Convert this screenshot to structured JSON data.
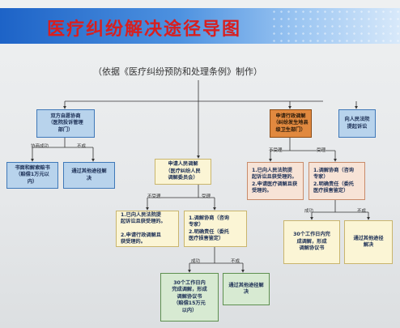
{
  "title": "医疗纠纷解决途径导图",
  "subtitle": "（依据《医疗纠纷预防和处理条例》制作）",
  "nodes": {
    "self_negotiation": "双方自愿协商\n（医院投诉管理\n部门）",
    "written_agreement": "书面和解索赔书\n（赔偿1万元以\n内）",
    "other_route_1": "通过其他途径解\n决",
    "people_mediation": "申请人民调解\n（医疗纠纷人民\n调解委员会）",
    "not_accepted_1": "1.已向人民法院提\n起诉讼且获受理的。\n\n2.申请行政调解且\n获受理的。",
    "mediation_process_1": "1.调解协商（咨询\n专家）\n2.明确责任（委托\n医疗损害鉴定）",
    "agreement_30days_1": "30个工作日内\n完成调解，形成\n调解协议书\n（赔偿15万元\n以内）",
    "other_route_2": "通过其他途径解\n决",
    "admin_mediation": "申请行政调解\n（纠纷发生地县\n级卫生部门）",
    "court_litigation": "向人民法院\n提起诉讼",
    "not_accepted_2": "1.已向人民法院提\n起诉讼且获受理的。\n2.申请医疗调解且获\n受理的。",
    "mediation_process_2": "1.调解协商（咨询\n专家）\n2.明确责任（委托\n医疗损害鉴定）",
    "agreement_30days_2": "30个工作日内完\n成调解，形成\n调解协议书",
    "other_route_3": "通过其他途径\n解决"
  },
  "labels": {
    "success_1": "协商成功",
    "fail_1": "不成",
    "not_accept_1": "不受理",
    "accept_1": "受理",
    "success_2": "成功",
    "fail_2": "不成",
    "not_accept_2": "不受理",
    "accept_2": "受理",
    "success_3": "成功",
    "fail_3": "不成"
  },
  "colors": {
    "title_text": "#d81f1f",
    "title_bar": "#1d63c7",
    "connector": "#333333"
  }
}
